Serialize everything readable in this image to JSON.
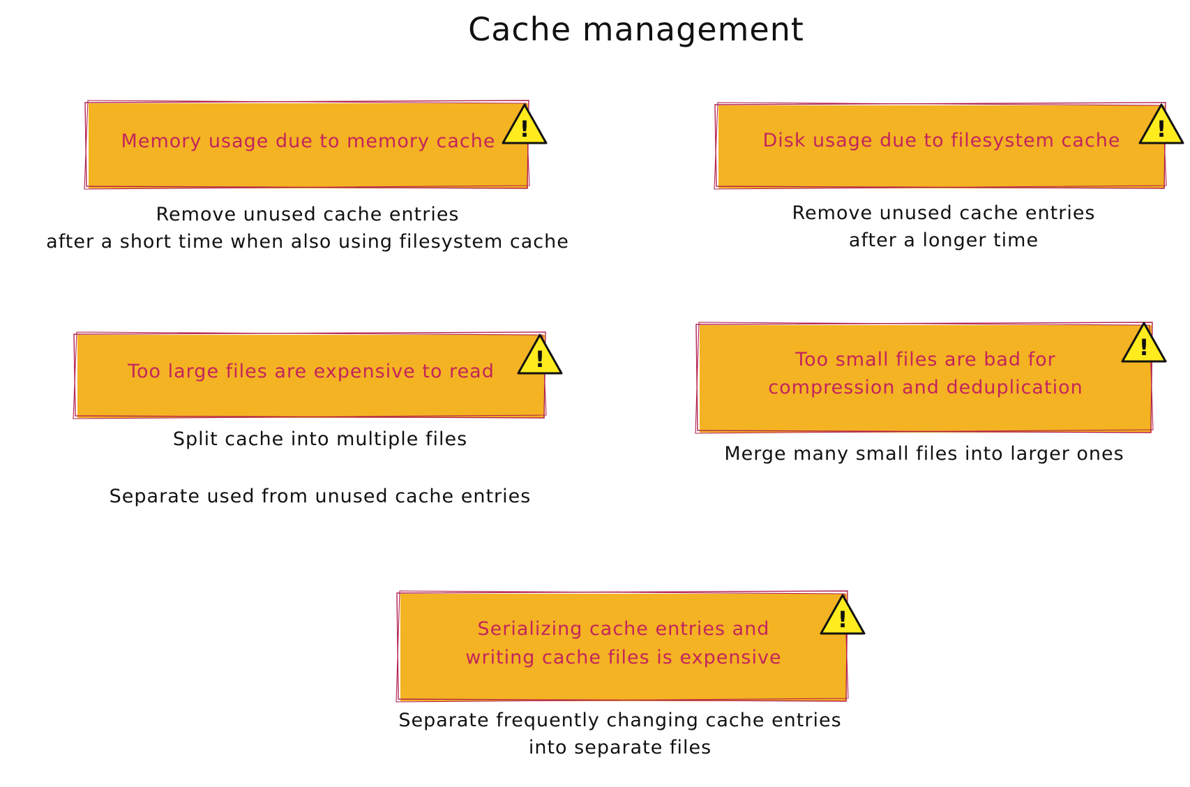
{
  "title": "Cache management",
  "colors": {
    "box_fill": "#f4b322",
    "box_stroke": "#b2214f",
    "box_text": "#c2255c",
    "warning_fill": "#ffeb1e",
    "warning_stroke": "#111111",
    "text": "#111111"
  },
  "warning_icon": {
    "name": "warning-icon",
    "symbol": "!"
  },
  "problems": [
    {
      "id": "memory",
      "lines": [
        "Memory usage due to memory cache"
      ],
      "solution_lines": [
        "Remove unused cache entries",
        "after a short time when also using filesystem cache"
      ]
    },
    {
      "id": "disk",
      "lines": [
        "Disk usage due to filesystem cache"
      ],
      "solution_lines": [
        "Remove unused cache entries",
        "after a longer time"
      ]
    },
    {
      "id": "large-files",
      "lines": [
        "Too large files are expensive to read"
      ],
      "solution_lines": [
        "Split cache into multiple files",
        "",
        "Separate used from unused cache entries"
      ]
    },
    {
      "id": "small-files",
      "lines": [
        "Too small files are bad for",
        "compression and deduplication"
      ],
      "solution_lines": [
        "Merge many small files into larger ones"
      ]
    },
    {
      "id": "serializing",
      "lines": [
        "Serializing cache entries and",
        "writing cache files is expensive"
      ],
      "solution_lines": [
        "Separate frequently changing cache entries",
        "into separate files"
      ]
    }
  ]
}
